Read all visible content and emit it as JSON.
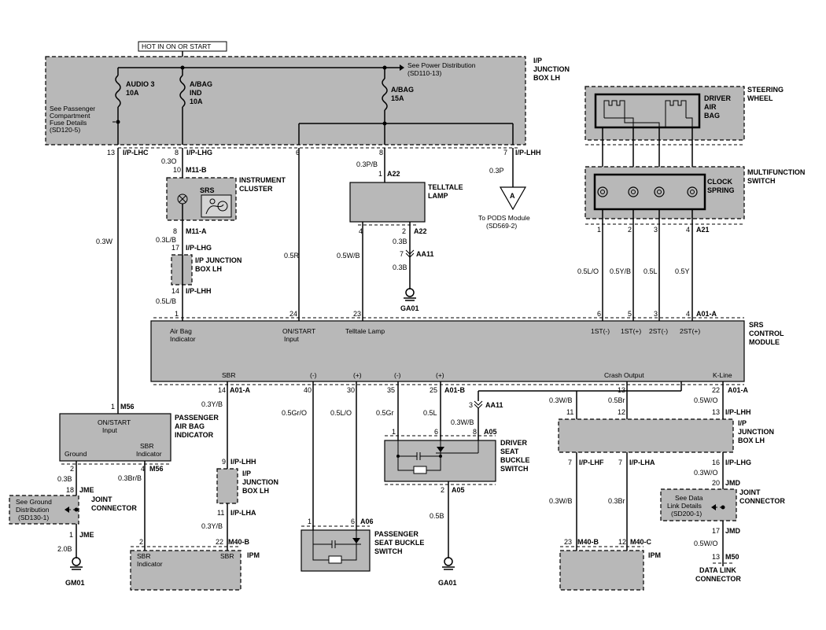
{
  "header": {
    "label": "HOT IN ON OR START"
  },
  "ip_junction_top": {
    "name": "I/P JUNCTION BOX LH",
    "name_l1": "I/P",
    "name_l2": "JUNCTION",
    "name_l3": "BOX LH",
    "power_dist_l1": "See Power Distribution",
    "power_dist_l2": "(SD110-13)",
    "passenger_fuse_l1": "See Passenger",
    "passenger_fuse_l2": "Compartment",
    "passenger_fuse_l3": "Fuse Details",
    "passenger_fuse_l4": "(SD120-5)",
    "fuse1_l1": "AUDIO 3",
    "fuse1_l2": "10A",
    "fuse2_l1": "A/BAG",
    "fuse2_l2": "IND",
    "fuse2_l3": "10A",
    "fuse3_l1": "A/BAG",
    "fuse3_l2": "15A"
  },
  "connectors": {
    "c13_pin": "13",
    "c13_name": "I/P-LHC",
    "c8_pin": "8",
    "c8_name": "I/P-LHG",
    "c6_pin": "6",
    "c8b_pin": "8",
    "c7_pin": "7",
    "c7_name": "I/P-LHH",
    "m11b_pin": "10",
    "m11b_name": "M11-B",
    "m11a_pin": "8",
    "m11a_name": "M11-A",
    "lhg17_pin": "17",
    "lhg17_name": "I/P-LHG",
    "lhh14_pin": "14",
    "lhh14_name": "I/P-LHH",
    "a22_pin": "1",
    "a22_name": "A22",
    "a22b_pin4": "4",
    "a22b_pin2": "2",
    "a22b_name": "A22",
    "aa11_pin": "7",
    "aa11_name": "AA11",
    "a21_pins": [
      "1",
      "2",
      "3",
      "4"
    ],
    "a21_name": "A21"
  },
  "wires": {
    "w03w": "0.3W",
    "w03o": "0.3O",
    "w03lb_top": "0.3L/B",
    "w05lb": "0.5L/B",
    "w05r": "0.5R",
    "w03pb": "0.3P/B",
    "w03p": "0.3P",
    "w05wb": "0.5W/B",
    "w03b": "0.3B",
    "w03b2": "0.3B",
    "w05lo": "0.5L/O",
    "w05yb": "0.5Y/B",
    "w05l": "0.5L",
    "w05y": "0.5Y",
    "w03yb": "0.3Y/B",
    "w03yb2": "0.3Y/B",
    "w05gro": "0.5Gr/O",
    "w05lo2": "0.5L/O",
    "w05gr": "0.5Gr",
    "w05l2": "0.5L",
    "w03wb": "0.3W/B",
    "w03wb2": "0.3W/B",
    "w05br": "0.5Br",
    "w05wo": "0.5W/O",
    "w03wo": "0.3W/O",
    "w05wo2": "0.5W/O",
    "w03wb3": "0.3W/B",
    "w03br": "0.3Br",
    "w05b": "0.5B",
    "w03b3": "0.3B",
    "w03brb": "0.3Br/B",
    "w20b": "2.0B"
  },
  "instrument_cluster": {
    "name_l1": "INSTRUMENT",
    "name_l2": "CLUSTER",
    "srs": "SRS"
  },
  "ip_junction_mid": {
    "name_l1": "I/P JUNCTION",
    "name_l2": "BOX LH"
  },
  "telltale": {
    "name_l1": "TELLTALE",
    "name_l2": "LAMP"
  },
  "pods": {
    "symbol": "A",
    "l1": "To PODS Module",
    "l2": "(SD569-2)"
  },
  "ga01_top": "GA01",
  "steering": {
    "name_l1": "STEERING",
    "name_l2": "WHEEL",
    "airbag_l1": "DRIVER",
    "airbag_l2": "AIR",
    "airbag_l3": "BAG"
  },
  "clock": {
    "name_l1": "MULTIFUNCTION",
    "name_l2": "SWITCH",
    "spring_l1": "CLOCK",
    "spring_l2": "SPRING"
  },
  "srs_module": {
    "name_l1": "SRS",
    "name_l2": "CONTROL",
    "name_l3": "MODULE",
    "conn": "A01-A",
    "top_pins": [
      "1",
      "24",
      "23",
      "6",
      "5",
      "3",
      "4"
    ],
    "lbl_airbag_l1": "Air Bag",
    "lbl_airbag_l2": "Indicator",
    "lbl_onstart_l1": "ON/START",
    "lbl_onstart_l2": "Input",
    "lbl_telltale": "Telltale Lamp",
    "lbl_1st_minus": "1ST(-)",
    "lbl_1st_plus": "1ST(+)",
    "lbl_2st_minus": "2ST(-)",
    "lbl_2st_plus": "2ST(+)",
    "lbl_sbr": "SBR",
    "lbl_minus": "(-)",
    "lbl_plus": "(+)",
    "lbl_minus2": "(-)",
    "lbl_plus2": "(+)",
    "lbl_crash": "Crash Output",
    "lbl_kline": "K-Line",
    "bot_pins": [
      "14",
      "40",
      "30",
      "35",
      "25",
      "13",
      "22"
    ],
    "bot_conn_a": "A01-A",
    "bot_conn_b": "A01-B",
    "bot_conn_a2": "A01-A"
  },
  "pab_indicator": {
    "name_l1": "PASSENGER",
    "name_l2": "AIR BAG",
    "name_l3": "INDICATOR",
    "conn_pin": "1",
    "conn": "M56",
    "onstart_l1": "ON/START",
    "onstart_l2": "Input",
    "ground": "Ground",
    "sbr_l1": "SBR",
    "sbr_l2": "Indicator",
    "pin2": "2",
    "pin4": "4",
    "conn2": "M56"
  },
  "jme": {
    "pin18": "18",
    "conn18": "JME",
    "pin1": "1",
    "conn1": "JME",
    "name_l1": "JOINT",
    "name_l2": "CONNECTOR",
    "see_l1": "See Ground",
    "see_l2": "Distribution",
    "see_l3": "(SD130-1)"
  },
  "gm01": "GM01",
  "ipm_left": {
    "pin2": "2",
    "pin22": "22",
    "conn": "M40-B",
    "name": "IPM",
    "sbr_l1": "SBR",
    "sbr_l2": "Indicator",
    "sbr": "SBR"
  },
  "ipjb_left": {
    "pin9": "9",
    "conn9": "I/P-LHH",
    "pin11": "11",
    "conn11": "I/P-LHA",
    "name_l1": "I/P",
    "name_l2": "JUNCTION",
    "name_l3": "BOX LH"
  },
  "passenger_seat": {
    "name_l1": "PASSENGER",
    "name_l2": "SEAT BUCKLE",
    "name_l3": "SWITCH",
    "pin1": "1",
    "pin6": "6",
    "conn": "A06"
  },
  "aa11_mid": {
    "pin": "3",
    "name": "AA11"
  },
  "driver_seat": {
    "name_l1": "DRIVER",
    "name_l2": "SEAT",
    "name_l3": "BUCKLE",
    "name_l4": "SWITCH",
    "pin1": "1",
    "pin6": "6",
    "pin8": "8",
    "conn": "A05",
    "pin2": "2",
    "conn2": "A05"
  },
  "ga01_bottom": "GA01",
  "ipjb_right": {
    "name_l1": "I/P",
    "name_l2": "JUNCTION",
    "name_l3": "BOX LH",
    "pin11": "11",
    "pin12": "12",
    "pin13": "13",
    "conn13": "I/P-LHH",
    "pin7a": "7",
    "conn7a": "I/P-LHF",
    "pin7b": "7",
    "conn7b": "I/P-LHA",
    "pin16": "16",
    "conn16": "I/P-LHG"
  },
  "jmd": {
    "pin20": "20",
    "conn20": "JMD",
    "pin17": "17",
    "conn17": "JMD",
    "name_l1": "JOINT",
    "name_l2": "CONNECTOR",
    "see_l1": "See Data",
    "see_l2": "Link Details",
    "see_l3": "(SD200-1)"
  },
  "ipm_right": {
    "pin23": "23",
    "conn23": "M40-B",
    "pin12": "12",
    "conn12": "M40-C",
    "name": "IPM"
  },
  "dlc": {
    "pin": "13",
    "conn": "M50",
    "name_l1": "DATA LINK",
    "name_l2": "CONNECTOR"
  }
}
